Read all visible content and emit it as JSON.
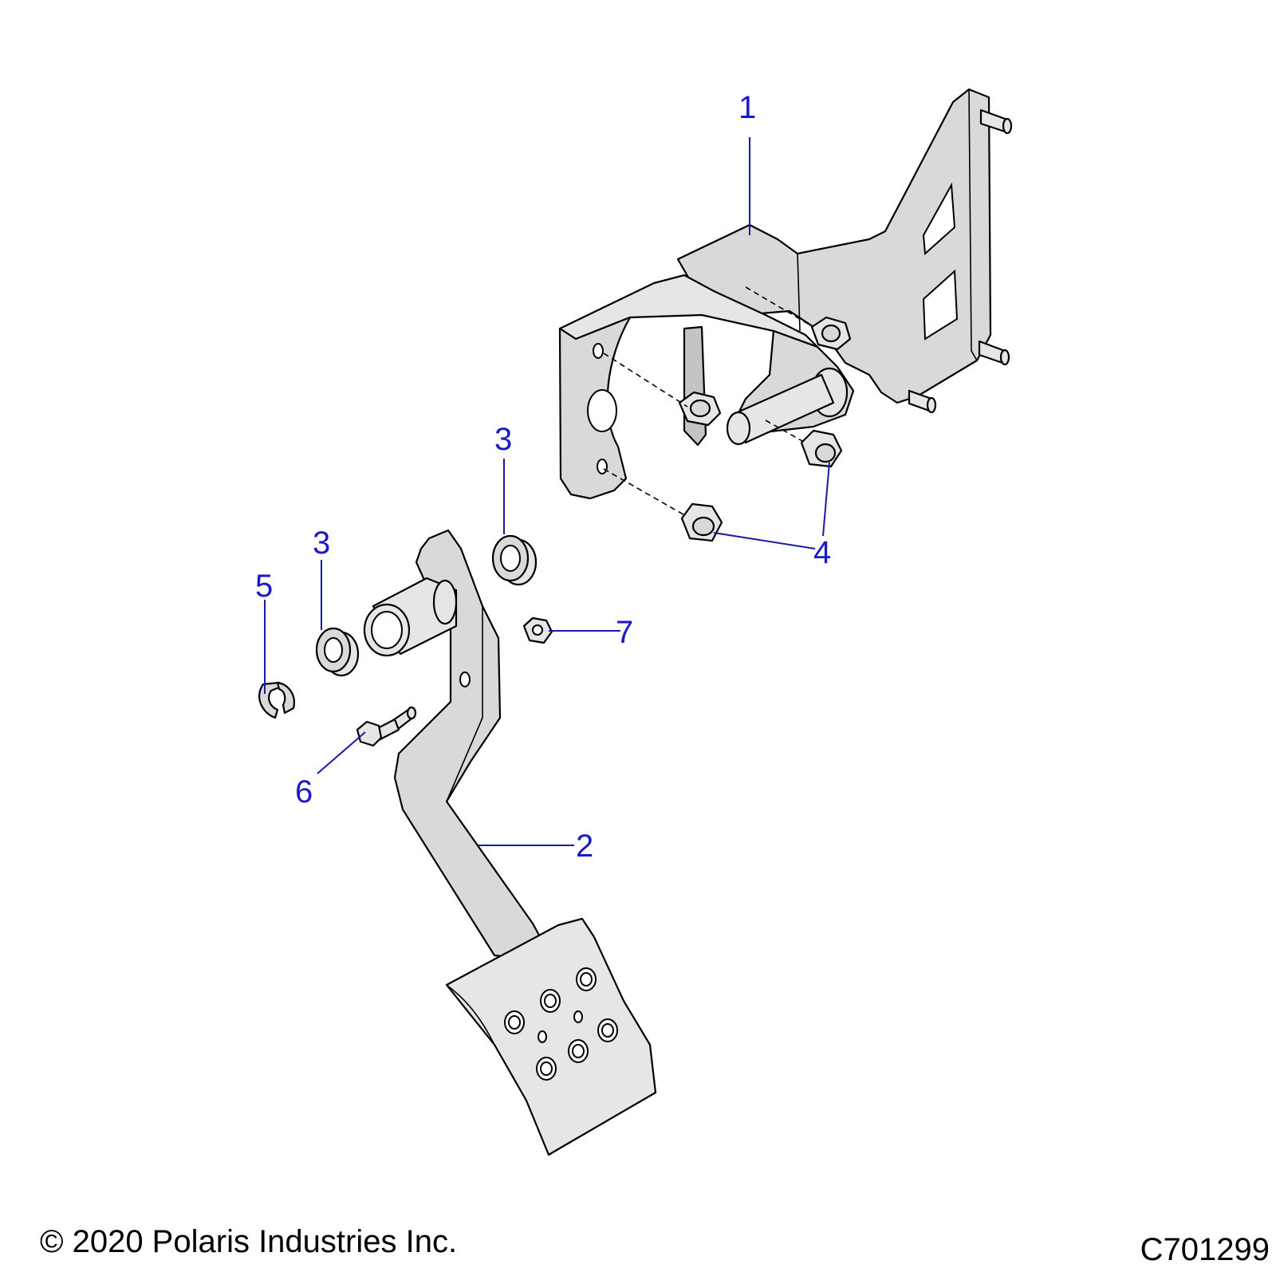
{
  "callouts": [
    {
      "id": "c1",
      "label": "1"
    },
    {
      "id": "c2",
      "label": "2"
    },
    {
      "id": "c3a",
      "label": "3"
    },
    {
      "id": "c3b",
      "label": "3"
    },
    {
      "id": "c4",
      "label": "4"
    },
    {
      "id": "c5",
      "label": "5"
    },
    {
      "id": "c6",
      "label": "6"
    },
    {
      "id": "c7",
      "label": "7"
    }
  ],
  "footer": {
    "copyright": "© 2020 Polaris Industries Inc.",
    "drawing_id": "C701299"
  },
  "colors": {
    "callout": "#1a1ac8",
    "part_fill": "#d9d9d9",
    "outline": "#000000"
  }
}
